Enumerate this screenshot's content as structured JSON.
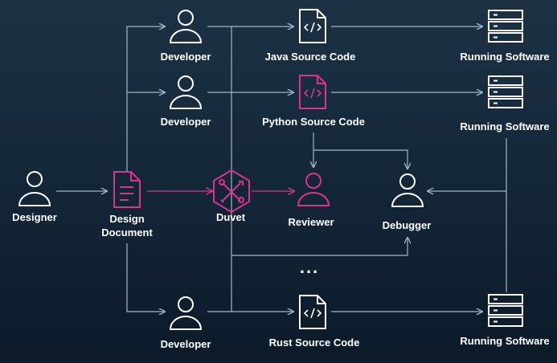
{
  "colors": {
    "line": "#9fb7c8",
    "white": "#ffffff",
    "accent": "#d9338f"
  },
  "nodes": {
    "designer": "Designer",
    "design_doc_line1": "Design",
    "design_doc_line2": "Document",
    "developer_java": "Developer",
    "developer_python": "Developer",
    "developer_rust": "Developer",
    "java_code": "Java Source Code",
    "python_code": "Python Source Code",
    "rust_code": "Rust Source Code",
    "running_java": "Running Software",
    "running_python": "Running Software",
    "running_rust": "Running Software",
    "duvet": "Duvet",
    "reviewer": "Reviewer",
    "debugger": "Debugger",
    "ellipsis": "..."
  },
  "icons": {
    "person": "person-icon",
    "document": "document-icon",
    "code_file": "code-file-icon",
    "server": "server-stack-icon",
    "duvet": "duvet-tool-icon"
  }
}
